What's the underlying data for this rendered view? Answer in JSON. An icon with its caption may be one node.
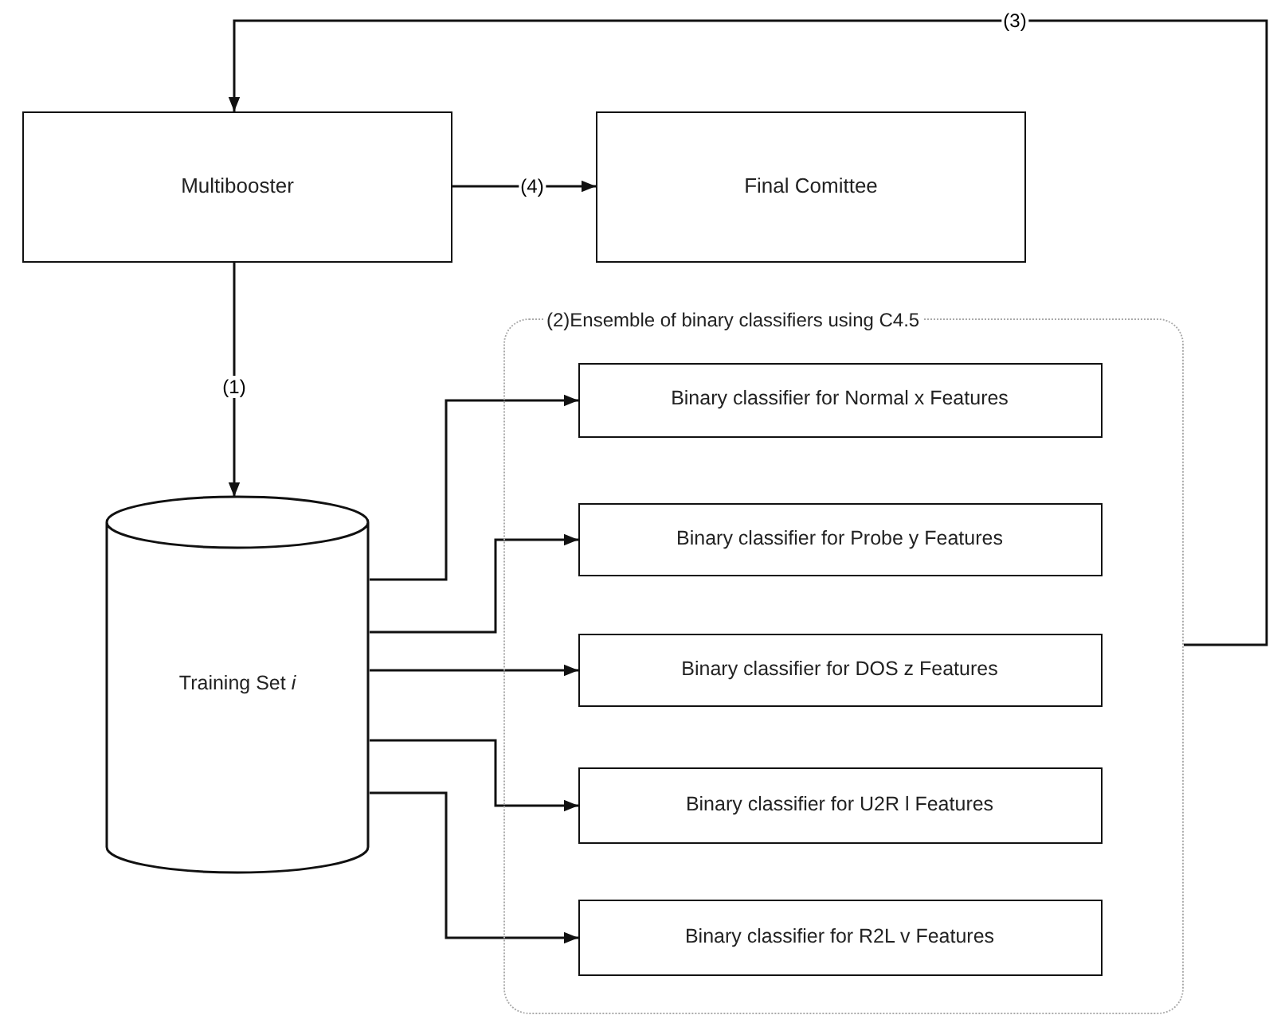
{
  "diagram": {
    "nodes": [
      {
        "text": [
          "Multibooster"
        ]
      },
      {
        "text": [
          "Final Comittee"
        ]
      },
      {
        "text": [
          "(2)Ensemble of binary classifiers using C4.5"
        ]
      },
      {
        "text": [
          "Training Set *i*"
        ]
      },
      {
        "text": [
          "Binary classifier for Normal x Features"
        ],
        "in": 2
      },
      {
        "text": [
          "Binary classifier for Probe y Features"
        ],
        "in": 2
      },
      {
        "text": [
          "Binary classifier for DOS z Features"
        ],
        "in": 2
      },
      {
        "text": [
          "Binary classifier for U2R l Features"
        ],
        "in": 2
      },
      {
        "text": [
          "Binary classifier for R2L v Features"
        ],
        "in": 2
      }
    ],
    "edges": [
      {
        "from": 0,
        "to": 3,
        "arrow": "to",
        "label": "(1)"
      },
      {
        "from": 3,
        "to": 4,
        "arrow": "to"
      },
      {
        "from": 3,
        "to": 5,
        "arrow": "to"
      },
      {
        "from": 3,
        "to": 6,
        "arrow": "to"
      },
      {
        "from": 3,
        "to": 7,
        "arrow": "to"
      },
      {
        "from": 3,
        "to": 8,
        "arrow": "to"
      },
      {
        "from": 2,
        "to": 0,
        "arrow": "to",
        "label": "(3)"
      },
      {
        "from": 0,
        "to": 1,
        "arrow": "to",
        "label": "(4)"
      }
    ]
  }
}
